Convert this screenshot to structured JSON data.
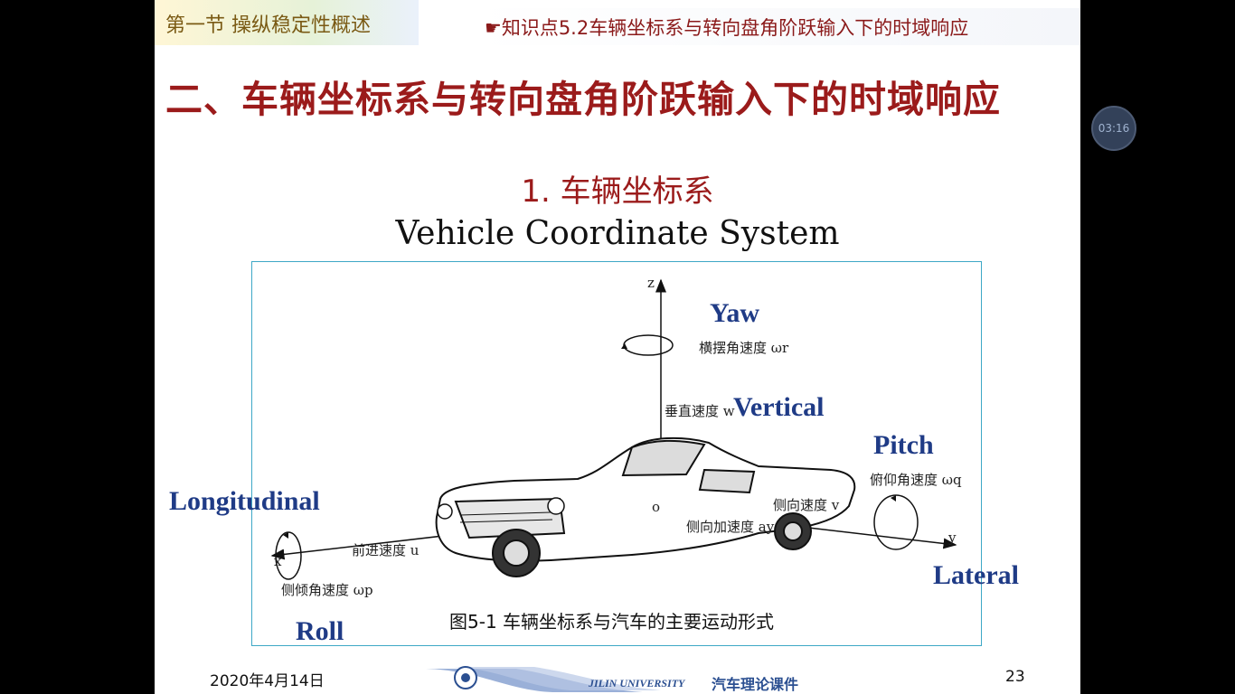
{
  "header": {
    "section": "第一节  操纵稳定性概述",
    "knowledge_point": "☛知识点5.2车辆坐标系与转向盘角阶跃输入下的时域响应"
  },
  "title": "二、车辆坐标系与转向盘角阶跃输入下的时域响应",
  "subtitle_cn": "1. 车辆坐标系",
  "subtitle_en": "Vehicle Coordinate System",
  "figure": {
    "labels": {
      "yaw": "Yaw",
      "vertical": "Vertical",
      "pitch": "Pitch",
      "longitudinal": "Longitudinal",
      "lateral": "Lateral",
      "roll": "Roll"
    },
    "annotations": {
      "z_axis": "z",
      "x_axis": "x",
      "y_axis": "y",
      "origin": "o",
      "yaw_rate": "横摆角速度 ωr",
      "vertical_speed": "垂直速度 w",
      "pitch_rate": "俯仰角速度 ωq",
      "lateral_speed": "侧向速度 v",
      "lateral_accel": "侧向加速度 ay",
      "forward_speed": "前进速度 u",
      "roll_rate": "侧倾角速度 ωp"
    },
    "caption": "图5-1   车辆坐标系与汽车的主要运动形式"
  },
  "footer": {
    "date": "2020年4月14日",
    "university": "JILIN UNIVERSITY",
    "course": "汽车理论课件",
    "page": "23"
  },
  "timer": "03:16"
}
